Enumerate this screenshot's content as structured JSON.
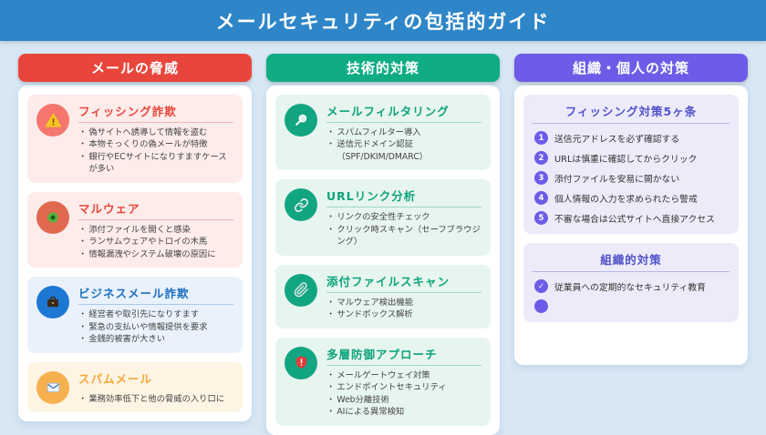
{
  "page": {
    "title": "メールセキュリティの包括的ガイド"
  },
  "ui": {
    "bullet_marker": "・"
  },
  "colors": {
    "banner_bg": "#2e86c8",
    "threats_accent": "#e8463c",
    "technical_accent": "#10ac84",
    "organizational_accent": "#6c5ce7",
    "page_bg": "#d7e7f4"
  },
  "columns": [
    {
      "header": "メールの脅威",
      "cards": [
        {
          "icon": "warning-icon",
          "title": "フィッシング詐欺",
          "bullets": [
            "偽サイトへ誘導して情報を盗む",
            "本物そっくりの偽メールが特徴",
            "銀行やECサイトになりすますケースが多い"
          ]
        },
        {
          "icon": "bug-icon",
          "title": "マルウェア",
          "bullets": [
            "添付ファイルを開くと感染",
            "ランサムウェアやトロイの木馬",
            "情報漏洩やシステム破壊の原因に"
          ]
        },
        {
          "icon": "briefcase-icon",
          "title": "ビジネスメール詐欺",
          "bullets": [
            "経営者や取引先になりすます",
            "緊急の支払いや情報提供を要求",
            "金銭的被害が大きい"
          ]
        },
        {
          "icon": "mail-icon",
          "title": "スパムメール",
          "bullets": [
            "業務効率低下と他の脅威の入り口に"
          ]
        }
      ]
    },
    {
      "header": "技術的対策",
      "cards": [
        {
          "icon": "magnifier-icon",
          "title": "メールフィルタリング",
          "bullets": [
            "スパムフィルター導入",
            "送信元ドメイン認証（SPF/DKIM/DMARC）"
          ]
        },
        {
          "icon": "link-icon",
          "title": "URLリンク分析",
          "bullets": [
            "リンクの安全性チェック",
            "クリック時スキャン（セーフブラウジング）"
          ]
        },
        {
          "icon": "paperclip-icon",
          "title": "添付ファイルスキャン",
          "bullets": [
            "マルウェア検出機能",
            "サンドボックス解析"
          ]
        },
        {
          "icon": "shield-icon",
          "title": "多層防御アプローチ",
          "bullets": [
            "メールゲートウェイ対策",
            "エンドポイントセキュリティ",
            "Web分離技術",
            "AIによる異常検知"
          ]
        }
      ]
    },
    {
      "header": "組織・個人の対策",
      "cards": [
        {
          "title": "フィッシング対策5ヶ条",
          "items": [
            {
              "num": "1",
              "text": "送信元アドレスを必ず確認する"
            },
            {
              "num": "2",
              "text": "URLは慎重に確認してからクリック"
            },
            {
              "num": "3",
              "text": "添付ファイルを安易に開かない"
            },
            {
              "num": "4",
              "text": "個人情報の入力を求められたら警戒"
            },
            {
              "num": "5",
              "text": "不審な場合は公式サイトへ直接アクセス"
            }
          ]
        },
        {
          "title": "組織的対策",
          "items": [
            {
              "glyph": "✓",
              "text": "従業員への定期的なセキュリティ教育"
            },
            {
              "glyph": "",
              "text": ""
            }
          ]
        }
      ]
    }
  ]
}
